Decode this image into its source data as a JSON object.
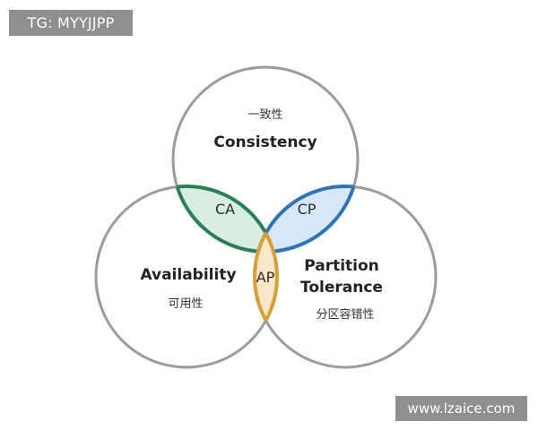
{
  "watermarks": {
    "top_left": "TG: MYYJJPP",
    "bottom_right": "www.lzaice.com"
  },
  "venn": {
    "consistency": {
      "title": "Consistency",
      "subtitle": "一致性"
    },
    "availability": {
      "title": "Availability",
      "subtitle": "可用性"
    },
    "partition_tolerance": {
      "title_line1": "Partition",
      "title_line2": "Tolerance",
      "subtitle": "分区容错性"
    },
    "intersections": {
      "ca": "CA",
      "cp": "CP",
      "ap": "AP"
    }
  },
  "colors": {
    "circle": "#9c9c9c",
    "ca": "#2b7f57",
    "cp": "#2f74b5",
    "ap": "#d4a03a"
  }
}
